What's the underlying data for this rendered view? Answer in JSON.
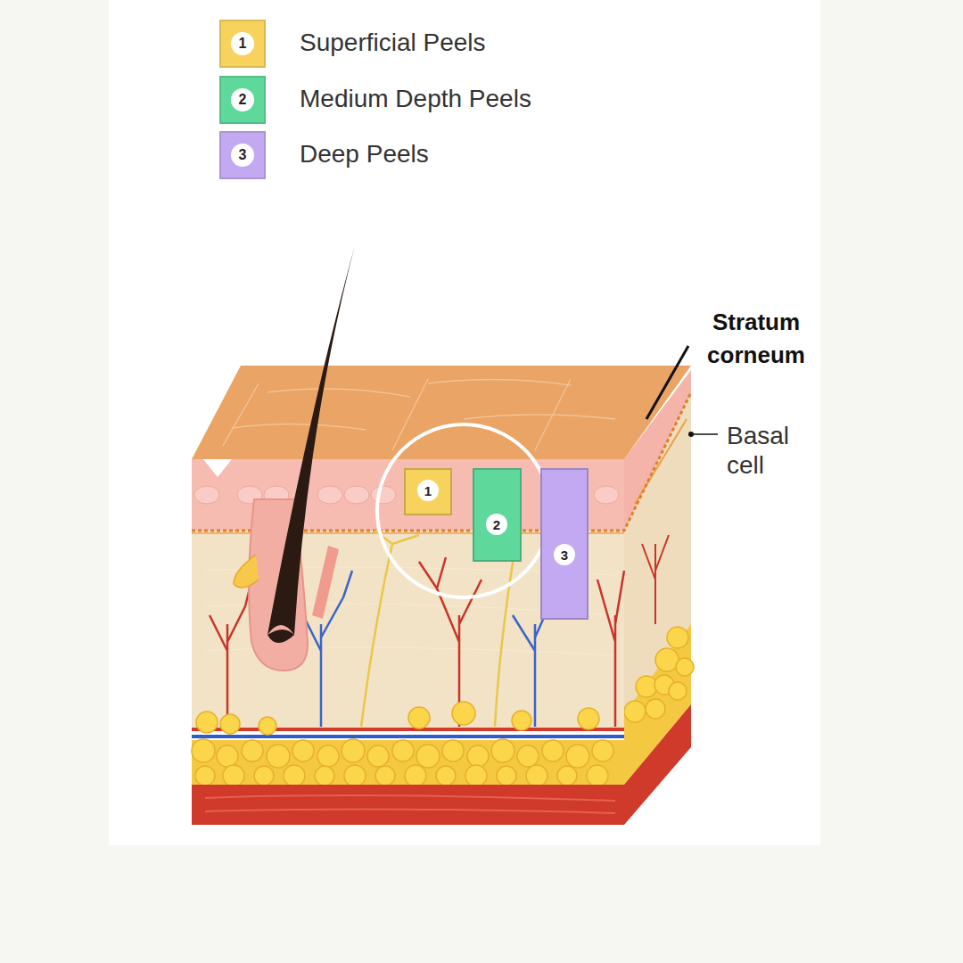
{
  "diagram": {
    "nodes": [
      {
        "text": [
          "1"
        ]
      },
      {
        "text": [
          "2"
        ]
      },
      {
        "text": [
          "3"
        ]
      }
    ],
    "labels": [
      "1",
      "2",
      "3",
      "Stratum corneum",
      "Basal cell"
    ],
    "legend": [
      {
        "text": "Superficial Peels",
        "color": "#f7d35e"
      },
      {
        "text": "Medium Depth Peels",
        "color": "#5fd99b"
      },
      {
        "text": "Deep Peels",
        "color": "#c3a9f2"
      }
    ]
  }
}
